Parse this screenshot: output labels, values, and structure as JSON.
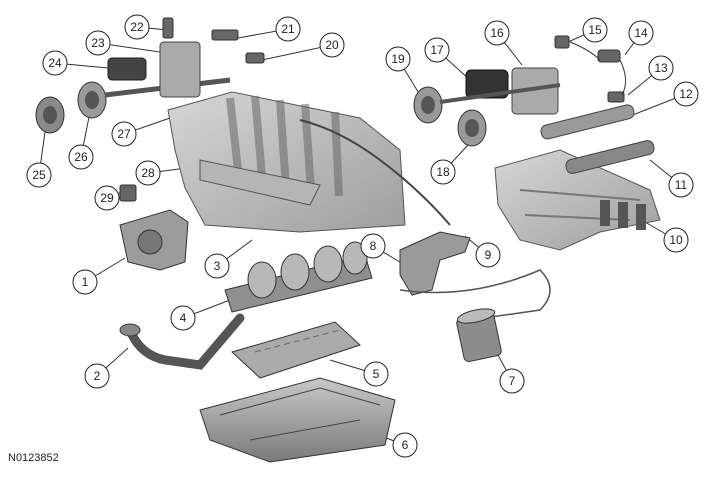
{
  "figure": {
    "id": "N0123852",
    "callouts": [
      "1",
      "2",
      "3",
      "4",
      "5",
      "6",
      "7",
      "8",
      "9",
      "10",
      "11",
      "12",
      "13",
      "14",
      "15",
      "16",
      "17",
      "18",
      "19",
      "20",
      "21",
      "22",
      "23",
      "24",
      "25",
      "26",
      "27",
      "28",
      "29"
    ]
  }
}
